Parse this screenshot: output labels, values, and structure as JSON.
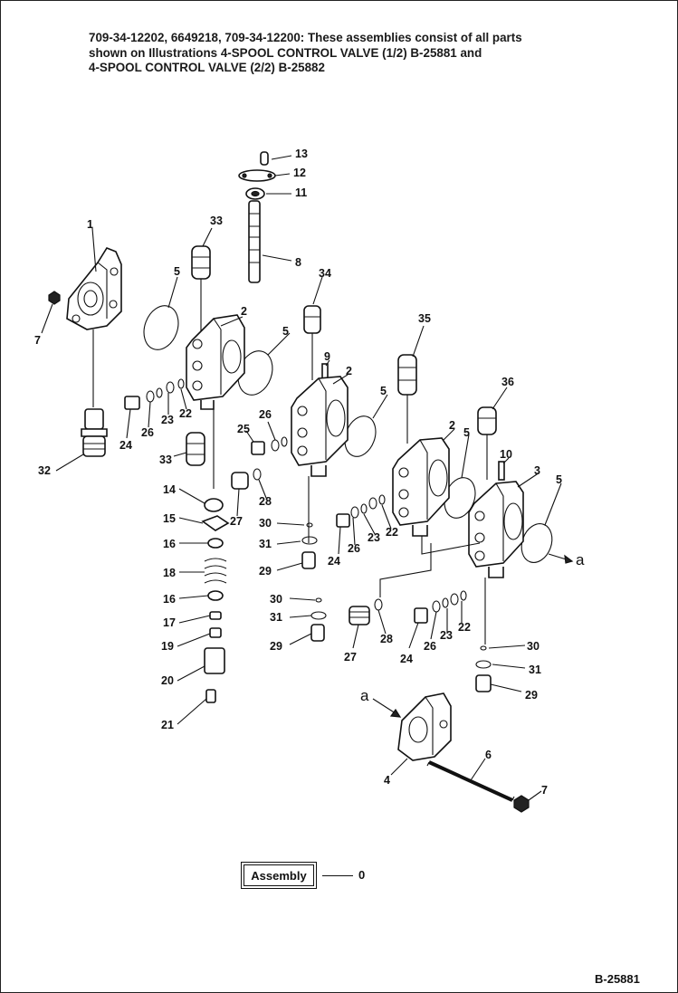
{
  "header": {
    "lines": [
      "709-34-12202, 6649218, 709-34-12200: These assemblies consist of all parts",
      "shown on Illustrations 4-SPOOL CONTROL VALVE (1/2) B-25881 and",
      "4-SPOOL CONTROL VALVE (2/2) B-25882"
    ]
  },
  "diagram": {
    "callouts": [
      {
        "id": "c1",
        "text": "1"
      },
      {
        "id": "c7a",
        "text": "7"
      },
      {
        "id": "c32",
        "text": "32"
      },
      {
        "id": "c33a",
        "text": "33"
      },
      {
        "id": "c5a",
        "text": "5"
      },
      {
        "id": "c2a",
        "text": "2"
      },
      {
        "id": "c13",
        "text": "13"
      },
      {
        "id": "c12",
        "text": "12"
      },
      {
        "id": "c11",
        "text": "11"
      },
      {
        "id": "c8",
        "text": "8"
      },
      {
        "id": "c34",
        "text": "34"
      },
      {
        "id": "c5b",
        "text": "5"
      },
      {
        "id": "c9",
        "text": "9"
      },
      {
        "id": "c2b",
        "text": "2"
      },
      {
        "id": "c35",
        "text": "35"
      },
      {
        "id": "c5c",
        "text": "5"
      },
      {
        "id": "c2c",
        "text": "2"
      },
      {
        "id": "c36",
        "text": "36"
      },
      {
        "id": "c5d",
        "text": "5"
      },
      {
        "id": "c10",
        "text": "10"
      },
      {
        "id": "c3",
        "text": "3"
      },
      {
        "id": "c5e",
        "text": "5"
      },
      {
        "id": "c24a",
        "text": "24"
      },
      {
        "id": "c26a",
        "text": "26"
      },
      {
        "id": "c23a",
        "text": "23"
      },
      {
        "id": "c22a",
        "text": "22"
      },
      {
        "id": "c33b",
        "text": "33"
      },
      {
        "id": "c25",
        "text": "25"
      },
      {
        "id": "c26b",
        "text": "26"
      },
      {
        "id": "c28a",
        "text": "28"
      },
      {
        "id": "c27a",
        "text": "27"
      },
      {
        "id": "c14",
        "text": "14"
      },
      {
        "id": "c15",
        "text": "15"
      },
      {
        "id": "c16a",
        "text": "16"
      },
      {
        "id": "c18",
        "text": "18"
      },
      {
        "id": "c16b",
        "text": "16"
      },
      {
        "id": "c17",
        "text": "17"
      },
      {
        "id": "c19",
        "text": "19"
      },
      {
        "id": "c20",
        "text": "20"
      },
      {
        "id": "c21",
        "text": "21"
      },
      {
        "id": "c30a",
        "text": "30"
      },
      {
        "id": "c31a",
        "text": "31"
      },
      {
        "id": "c29a",
        "text": "29"
      },
      {
        "id": "c24b",
        "text": "24"
      },
      {
        "id": "c26c",
        "text": "26"
      },
      {
        "id": "c23b",
        "text": "23"
      },
      {
        "id": "c22b",
        "text": "22"
      },
      {
        "id": "c30b",
        "text": "30"
      },
      {
        "id": "c31b",
        "text": "31"
      },
      {
        "id": "c29b",
        "text": "29"
      },
      {
        "id": "c27b",
        "text": "27"
      },
      {
        "id": "c28b",
        "text": "28"
      },
      {
        "id": "c24c",
        "text": "24"
      },
      {
        "id": "c26d",
        "text": "26"
      },
      {
        "id": "c23c",
        "text": "23"
      },
      {
        "id": "c22c",
        "text": "22"
      },
      {
        "id": "c30c",
        "text": "30"
      },
      {
        "id": "c31c",
        "text": "31"
      },
      {
        "id": "c29c",
        "text": "29"
      },
      {
        "id": "c4",
        "text": "4"
      },
      {
        "id": "c6",
        "text": "6"
      },
      {
        "id": "c7b",
        "text": "7"
      }
    ],
    "connection_letters": [
      "a",
      "a"
    ]
  },
  "assembly": {
    "label": "Assembly",
    "number": "0"
  },
  "figure_id": "B-25881"
}
